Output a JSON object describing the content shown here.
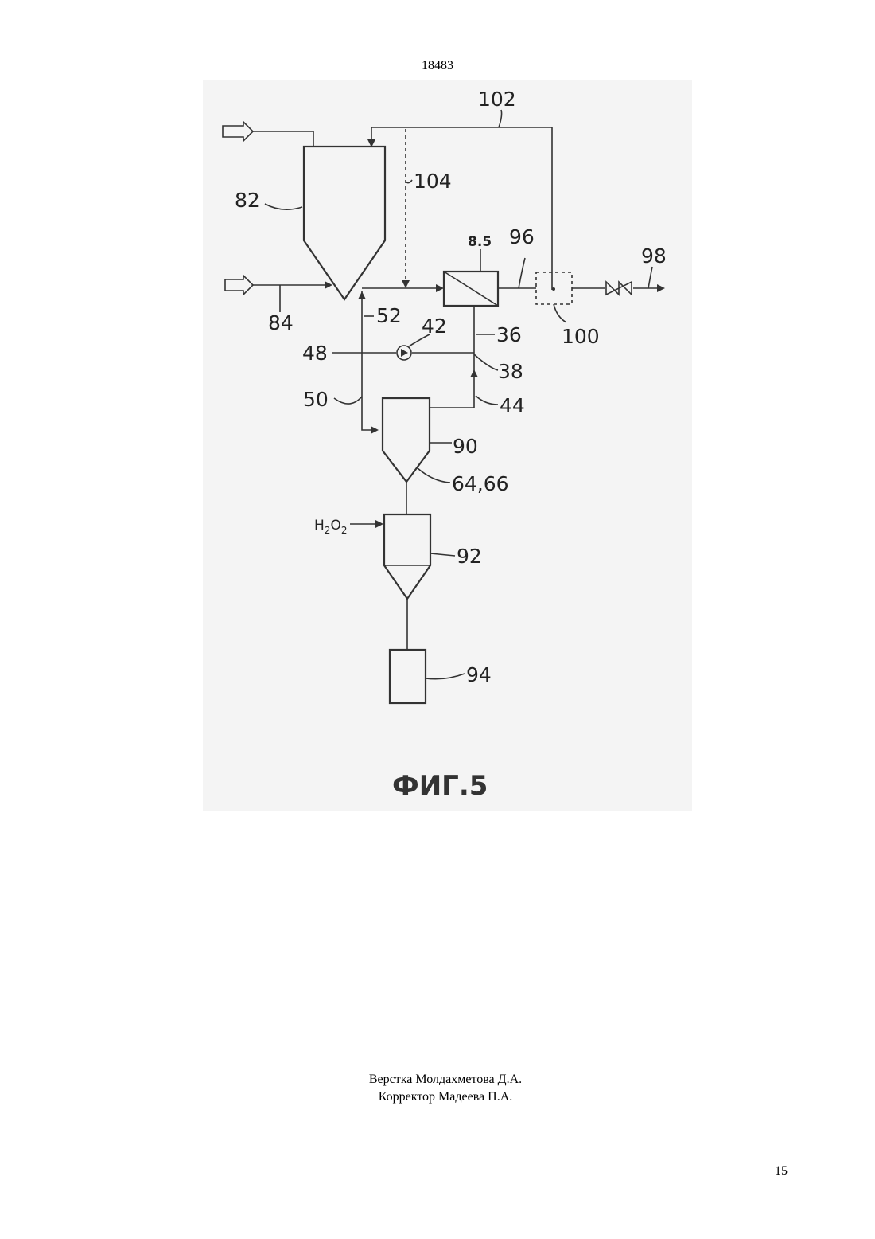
{
  "header": {
    "doc_number": "18483"
  },
  "figure": {
    "caption": "ФИГ.5",
    "labels": {
      "l102": "102",
      "l104": "104",
      "l82": "82",
      "l85": "8.5",
      "l96": "96",
      "l98": "98",
      "l84": "84",
      "l52": "52",
      "l42": "42",
      "l36": "36",
      "l100": "100",
      "l48": "48",
      "l38": "38",
      "l50": "50",
      "l44": "44",
      "l90": "90",
      "l6466": "64,66",
      "l92": "92",
      "l94": "94",
      "h2o2": {
        "h1": "H",
        "s1": "2",
        "o": "O",
        "s2": "2"
      }
    }
  },
  "footer": {
    "credit_line1": "Верстка Молдахметова Д.А.",
    "credit_line2": "Корректор Мадеева П.А.",
    "page_number": "15"
  }
}
